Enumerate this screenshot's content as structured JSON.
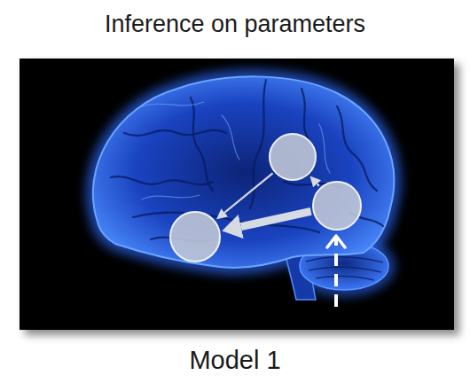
{
  "diagram": {
    "title": "Inference on parameters",
    "caption": "Model 1",
    "nodes": [
      {
        "text": []
      },
      {
        "text": []
      },
      {
        "text": []
      }
    ],
    "edges": [
      {
        "from": 1,
        "to": 0,
        "arrow": "to"
      },
      {
        "from": 0,
        "to": 2,
        "arrow": "to"
      },
      {
        "from": 1,
        "to": 2,
        "arrow": "to"
      }
    ]
  }
}
